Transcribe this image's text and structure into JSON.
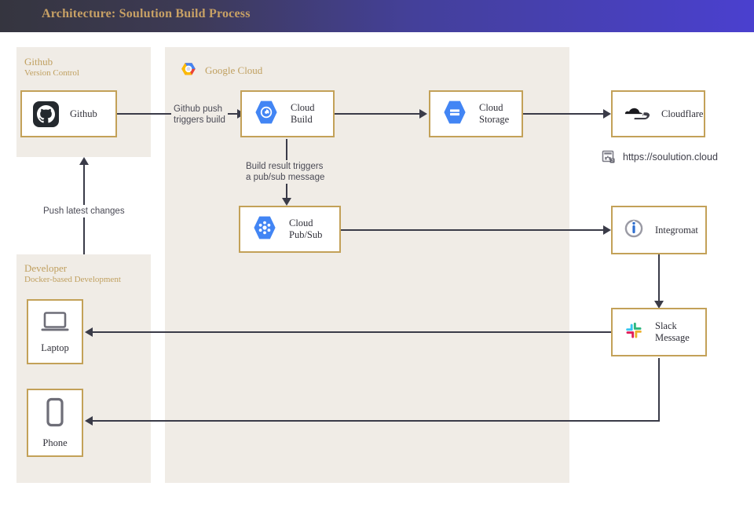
{
  "header": {
    "title": "Architecture: Soulution Build Process",
    "gradient_from": "#35353f",
    "gradient_to": "#4a40cf",
    "title_color": "#c8a165"
  },
  "theme": {
    "group_background": "#f0ece6",
    "group_title_color": "#c0a060",
    "node_border": "#c3a158",
    "node_background": "#ffffff",
    "connector_color": "#3a3b48",
    "label_color": "#4a4a55"
  },
  "groups": [
    {
      "id": "github",
      "title": "Github",
      "subtitle": "Version Control"
    },
    {
      "id": "google-cloud",
      "title": "Google Cloud",
      "subtitle": "",
      "icon": "google-cloud-icon"
    },
    {
      "id": "developer",
      "title": "Developer",
      "subtitle": "Docker-based Development"
    }
  ],
  "nodes": [
    {
      "id": "github",
      "label": "Github",
      "icon": "github-icon"
    },
    {
      "id": "cloud-build",
      "label": "Cloud\nBuild",
      "icon": "cloud-build-icon"
    },
    {
      "id": "cloud-storage",
      "label": "Cloud\nStorage",
      "icon": "cloud-storage-icon"
    },
    {
      "id": "cloudflare",
      "label": "Cloudflare",
      "icon": "cloudflare-icon"
    },
    {
      "id": "cloud-pubsub",
      "label": "Cloud\nPub/Sub",
      "icon": "cloud-pubsub-icon"
    },
    {
      "id": "integromat",
      "label": "Integromat",
      "icon": "integromat-icon"
    },
    {
      "id": "slack",
      "label": "Slack\nMessage",
      "icon": "slack-icon"
    },
    {
      "id": "laptop",
      "label": "Laptop",
      "icon": "laptop-icon"
    },
    {
      "id": "phone",
      "label": "Phone",
      "icon": "phone-icon"
    }
  ],
  "edges": [
    {
      "id": "github-to-build",
      "label": "Github push\ntriggers build"
    },
    {
      "id": "build-to-pubsub",
      "label": "Build result triggers\na pub/sub message"
    },
    {
      "id": "laptop-to-github",
      "label": "Push latest changes"
    },
    {
      "id": "build-to-storage",
      "label": ""
    },
    {
      "id": "storage-to-cloudflare",
      "label": ""
    },
    {
      "id": "pubsub-to-integromat",
      "label": ""
    },
    {
      "id": "integromat-to-slack",
      "label": ""
    },
    {
      "id": "slack-to-laptop",
      "label": ""
    },
    {
      "id": "slack-to-phone",
      "label": ""
    }
  ],
  "annotations": [
    {
      "id": "site-url",
      "text": "https://soulution.cloud",
      "icon": "website-icon"
    }
  ]
}
